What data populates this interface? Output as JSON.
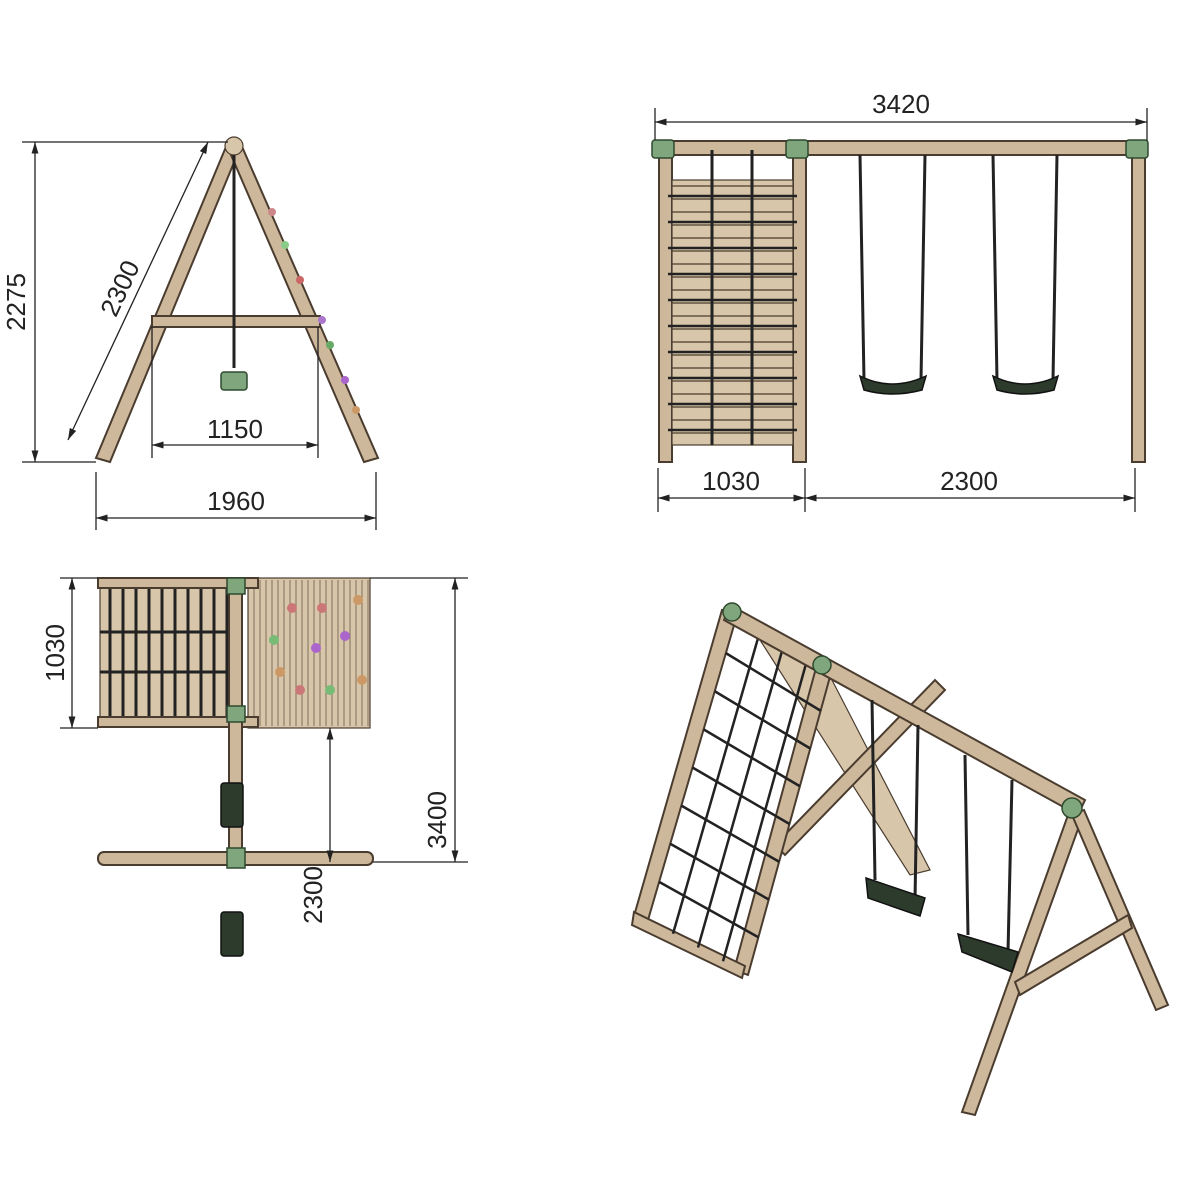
{
  "colors": {
    "wood": "#cdb89c",
    "outline": "#4a3c2e",
    "connector": "#7fa67c",
    "dimension": "#222222"
  },
  "side_view": {
    "height": "2275",
    "leg_length": "2300",
    "inner_width": "1150",
    "base_width": "1960"
  },
  "front_view": {
    "total_length": "3420",
    "climber_width": "1030",
    "swing_span": "2300"
  },
  "top_view": {
    "climber_depth": "1030",
    "beam_to_frame": "2300",
    "total_depth": "3400"
  }
}
